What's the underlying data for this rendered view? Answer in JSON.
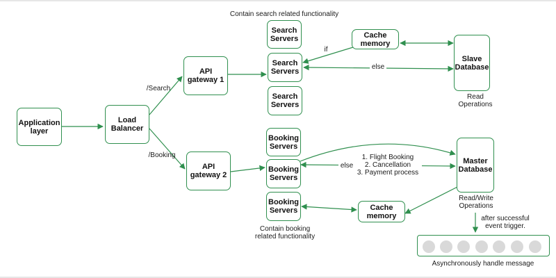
{
  "nodes": {
    "application_layer": "Application\nlayer",
    "load_balancer": "Load\nBalancer",
    "api_gateway_1": "API\ngateway 1",
    "api_gateway_2": "API\ngateway 2",
    "search_server_top": "Search\nServers",
    "search_server_mid": "Search\nServers",
    "search_server_bottom": "Search\nServers",
    "booking_server_top": "Booking\nServers",
    "booking_server_mid": "Booking\nServers",
    "booking_server_bottom": "Booking\nServers",
    "cache_memory_search": "Cache\nmemory",
    "cache_memory_booking": "Cache\nmemory",
    "slave_database": "Slave\nDatabase",
    "master_database": "Master\nDatabase"
  },
  "edge_labels": {
    "search_route": "/Search",
    "booking_route": "/Booking",
    "if_label": "if",
    "else_search": "else",
    "else_booking": "else",
    "booking_operations": "1. Flight Booking\n2. Cancellation\n3. Payment process",
    "after_event": "after successful\nevent trigger."
  },
  "annotations": {
    "search_group": "Contain search related functionality",
    "booking_group": "Contain booking\nrelated functionality",
    "read_operations": "Read\nOperations",
    "read_write_operations": "Read/Write\nOperations",
    "queue_caption": "Asynchronously handle message"
  },
  "queue": {
    "slot_count": 7
  },
  "colors": {
    "accent": "#2f8f4e",
    "queue_slot": "#d9d9d9",
    "text": "#111111"
  }
}
